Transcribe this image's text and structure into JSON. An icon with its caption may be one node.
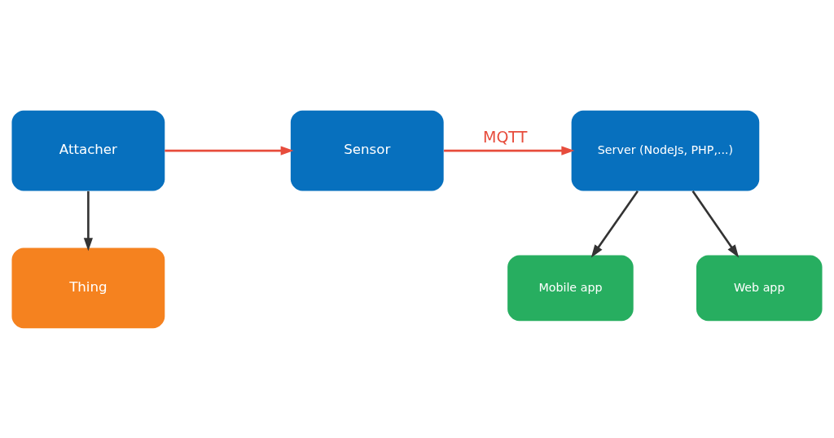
{
  "diagram": {
    "nodes": [
      {
        "text": [
          "Attacher"
        ]
      },
      {
        "text": [
          "Sensor"
        ]
      },
      {
        "text": [
          "Server (NodeJs, PHP,...)"
        ]
      },
      {
        "text": [
          "Thing"
        ]
      },
      {
        "text": [
          "Mobile app"
        ]
      },
      {
        "text": [
          "Web app"
        ]
      }
    ],
    "edges": [
      {
        "from": 0,
        "to": 1,
        "arrow": "to",
        "color": "#e74c3c"
      },
      {
        "from": 1,
        "to": 2,
        "arrow": "to",
        "label": "MQTT",
        "color": "#e74c3c"
      },
      {
        "from": 0,
        "to": 3,
        "arrow": "to"
      },
      {
        "from": 2,
        "to": 4,
        "arrow": "to"
      },
      {
        "from": 2,
        "to": 5,
        "arrow": "to"
      }
    ]
  }
}
